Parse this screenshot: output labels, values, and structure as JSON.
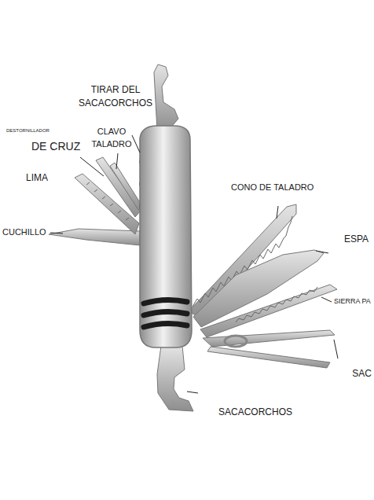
{
  "diagram": {
    "labels": [
      "TIRAR DEL SACACORCHOS",
      "DESTORNILLADOR",
      "DE CRUZ",
      "CLAVO TALADRO",
      "LIMA",
      "CUCHILLO",
      "CONO DE TALADRO",
      "ESPA",
      "SIERRA PA",
      "SAC",
      "SACACORCHOS"
    ]
  }
}
